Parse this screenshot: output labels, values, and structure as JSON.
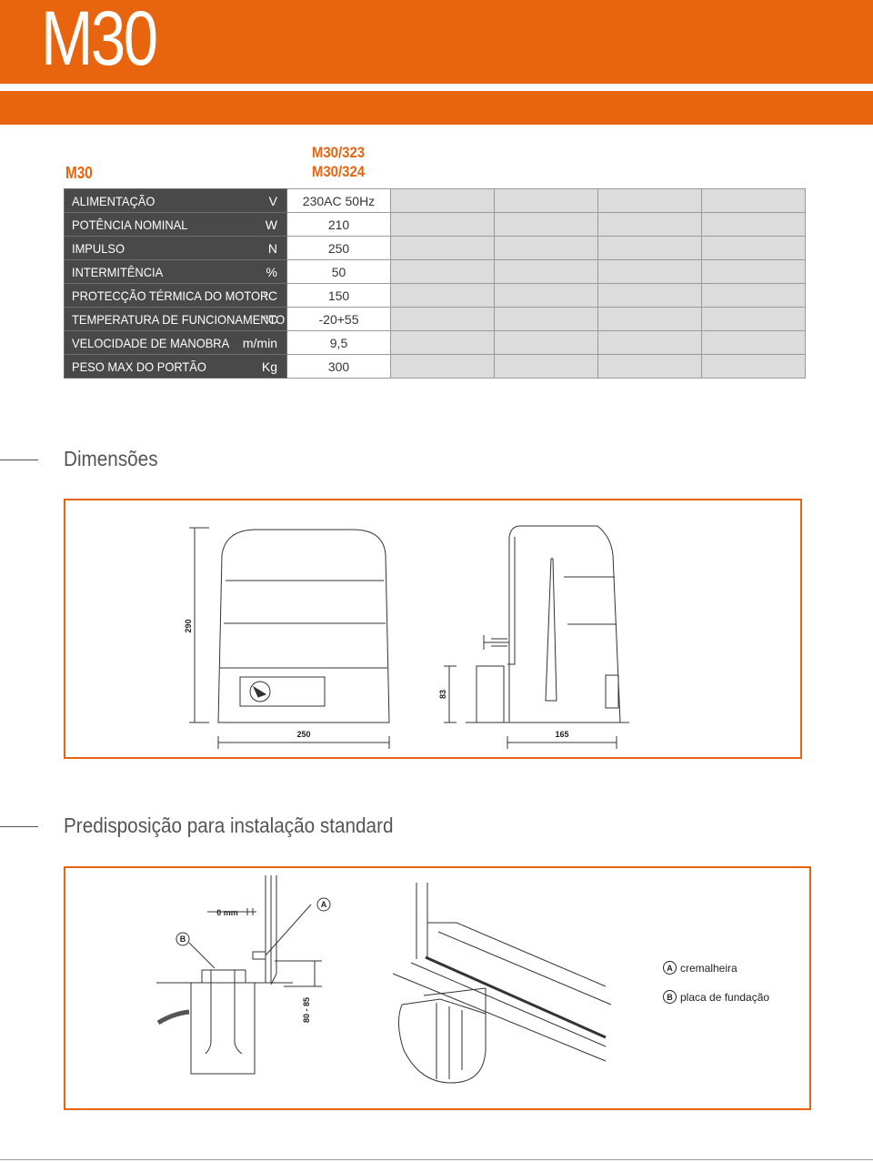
{
  "header": {
    "title": "M30"
  },
  "spec": {
    "model_label": "M30",
    "column_heading_1": "M30/323",
    "column_heading_2": "M30/324",
    "rows": [
      {
        "label": "ALIMENTAÇÃO",
        "unit": "V",
        "value": "230AC 50Hz"
      },
      {
        "label": "POTÊNCIA NOMINAL",
        "unit": "W",
        "value": "210"
      },
      {
        "label": "IMPULSO",
        "unit": "N",
        "value": "250"
      },
      {
        "label": "INTERMITÊNCIA",
        "unit": "%",
        "value": "50"
      },
      {
        "label": "PROTECÇÃO TÉRMICA DO MOTOR",
        "unit": "°C",
        "value": "150"
      },
      {
        "label": "TEMPERATURA DE FUNCIONAMENTO",
        "unit": "°C",
        "value": "-20+55"
      },
      {
        "label": "VELOCIDADE DE MANOBRA",
        "unit": "m/min",
        "value": "9,5"
      },
      {
        "label": "PESO MAX DO PORTÃO",
        "unit": "Kg",
        "value": "300"
      }
    ]
  },
  "dimensions": {
    "title": "Dimensões",
    "height_label": "290",
    "width_label": "250",
    "side_depth_label": "165",
    "side_height_label": "83"
  },
  "installation": {
    "title": "Predisposição para instalação standard",
    "gap_label": "0 mm",
    "depth_label": "80 - 85",
    "marker_a": "A",
    "marker_b": "B",
    "legend_a": "cremalheira",
    "legend_b": "placa de fundação"
  },
  "colors": {
    "accent": "#e8640f",
    "label_bg": "#4a4949",
    "empty_cell": "#dcdcdc"
  }
}
